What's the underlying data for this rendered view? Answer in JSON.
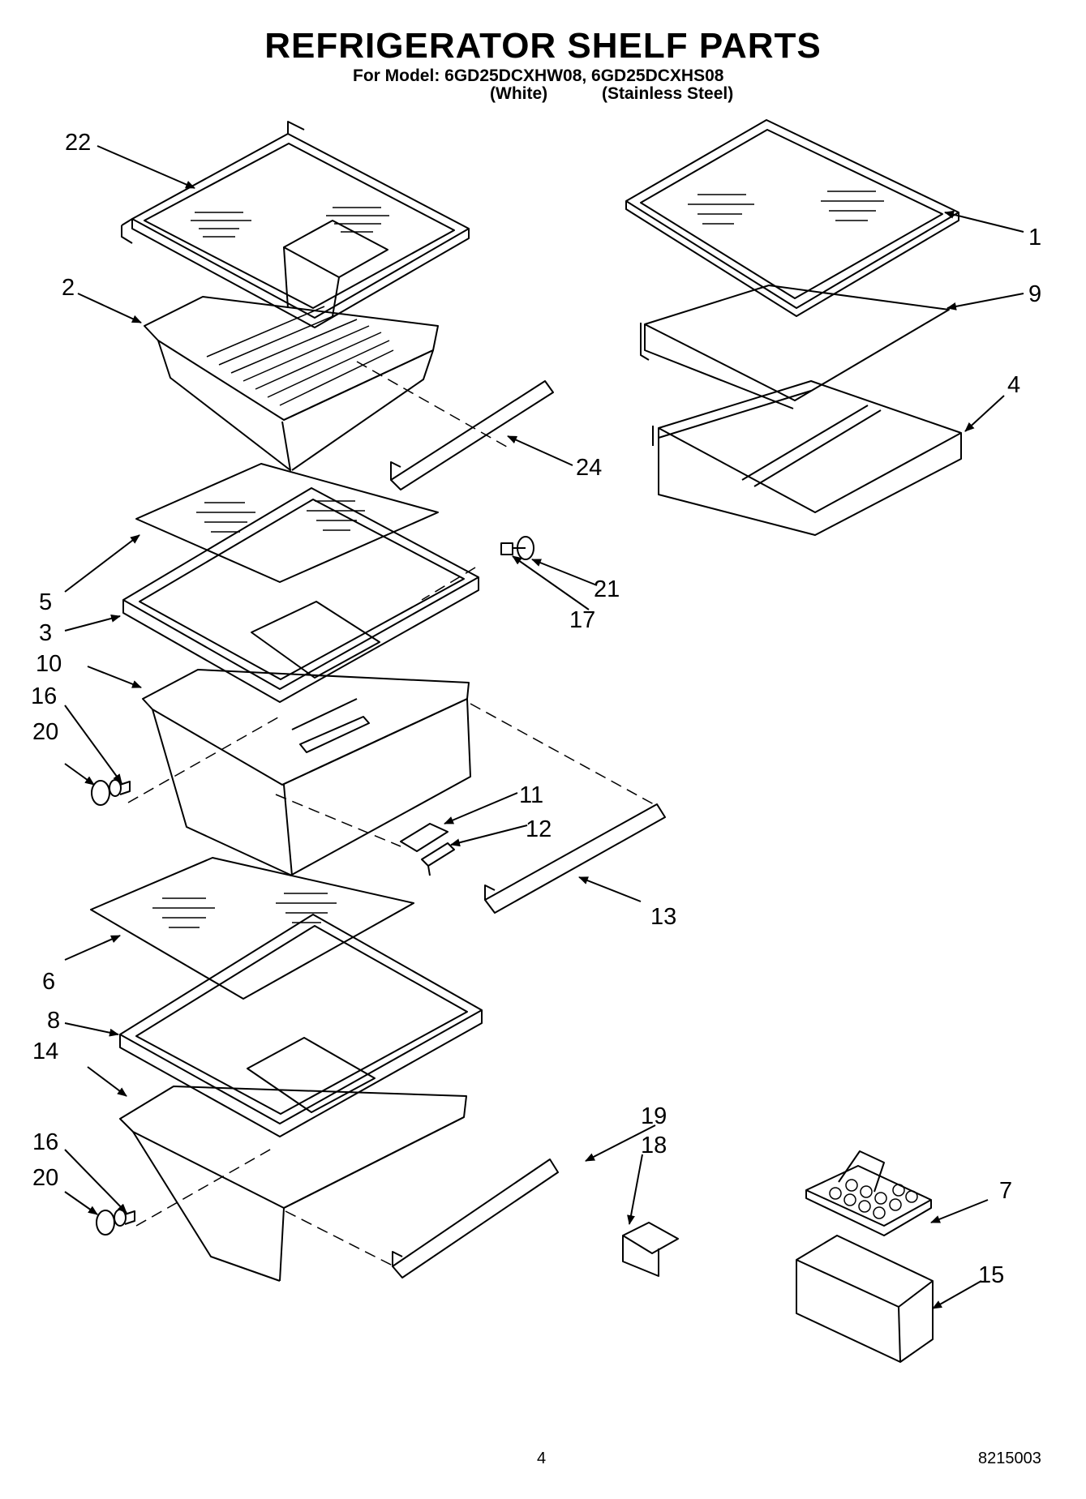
{
  "header": {
    "title": "REFRIGERATOR SHELF PARTS",
    "model_line": "For Model: 6GD25DCXHW08, 6GD25DCXHS08",
    "variant_white": "(White)",
    "variant_steel": "(Stainless Steel)"
  },
  "callouts": {
    "c1": "1",
    "c2": "2",
    "c3": "3",
    "c4": "4",
    "c5": "5",
    "c6": "6",
    "c7": "7",
    "c8": "8",
    "c9": "9",
    "c10": "10",
    "c11": "11",
    "c12": "12",
    "c13": "13",
    "c14": "14",
    "c15": "15",
    "c16a": "16",
    "c16b": "16",
    "c17": "17",
    "c18": "18",
    "c19": "19",
    "c20a": "20",
    "c20b": "20",
    "c21": "21",
    "c22": "22",
    "c24": "24"
  },
  "footer": {
    "page_number": "4",
    "document_number": "8215003"
  }
}
